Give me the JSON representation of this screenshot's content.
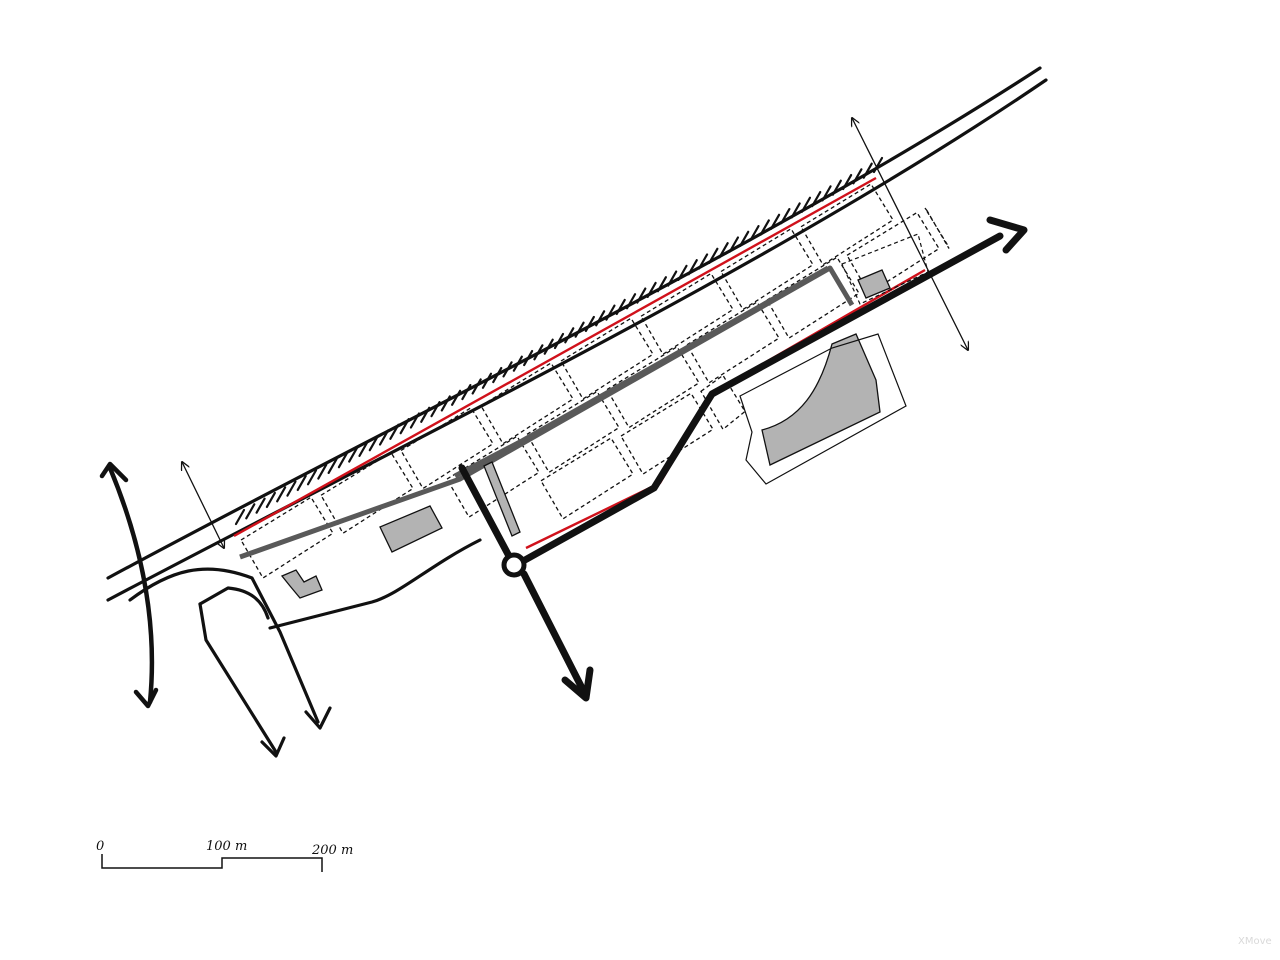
{
  "diagram": {
    "scale_bar": {
      "labels": [
        "0",
        "100 m",
        "200 m"
      ]
    },
    "watermark": "XMove",
    "colors": {
      "ink": "#111111",
      "road_gray": "#595959",
      "building_fill": "#b3b3b3",
      "boundary_red": "#d0111b",
      "paper": "#ffffff"
    }
  }
}
